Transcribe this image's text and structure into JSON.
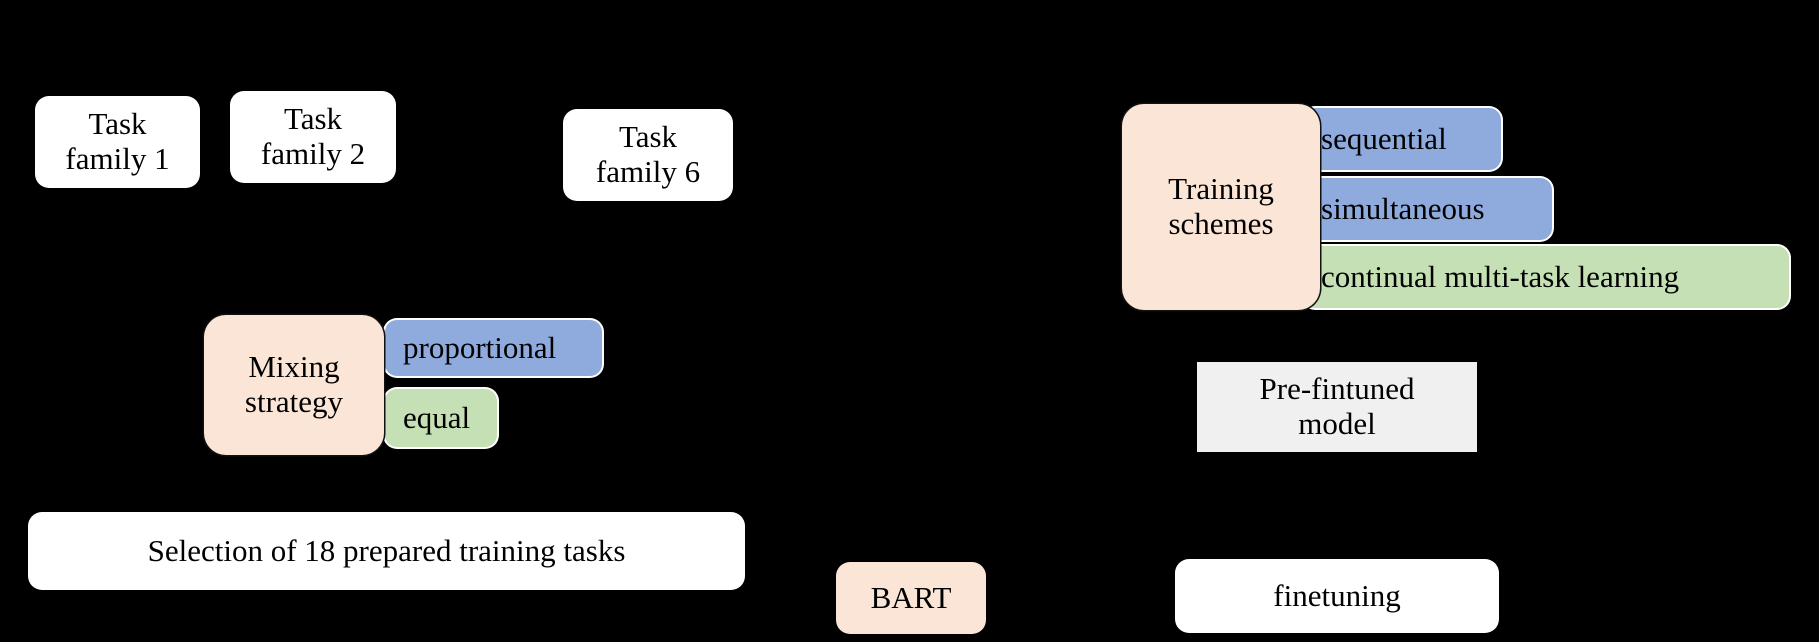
{
  "figure": {
    "background_color": "#000000",
    "palette": {
      "peach": "#fbe5d6",
      "blue": "#8faadc",
      "green": "#c5e0b4",
      "white": "#ffffff",
      "grey": "#f0f0f0"
    }
  },
  "task_families": {
    "items": [
      {
        "label": "Task\nfamily 1"
      },
      {
        "label": "Task\nfamily 2"
      },
      {
        "label": "Task\nfamily 6"
      }
    ]
  },
  "mixing_strategy": {
    "group_label": "Mixing\nstrategy",
    "options": [
      {
        "label": "proportional",
        "color": "#8faadc"
      },
      {
        "label": "equal",
        "color": "#c5e0b4"
      }
    ]
  },
  "training_schemes": {
    "group_label": "Training\nschemes",
    "options": [
      {
        "label": "sequential",
        "color": "#8faadc"
      },
      {
        "label": "simultaneous",
        "color": "#8faadc"
      },
      {
        "label": "continual multi-task learning",
        "color": "#c5e0b4"
      }
    ]
  },
  "selection_bar": {
    "label": "Selection of 18 prepared training tasks"
  },
  "pre_finetuned_model": {
    "label": "Pre-fintuned\nmodel"
  },
  "bottom_row": {
    "model_label": "BART",
    "stage_label": "finetuning"
  }
}
